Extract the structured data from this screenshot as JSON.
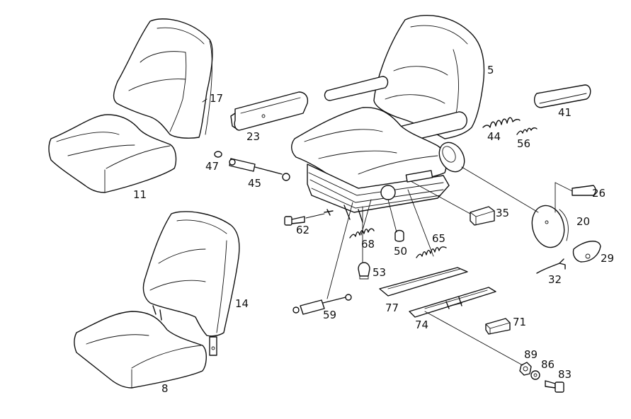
{
  "diagram": {
    "callouts": [
      {
        "id": "c5",
        "text": "5"
      },
      {
        "id": "c17",
        "text": "17"
      },
      {
        "id": "c11",
        "text": "11"
      },
      {
        "id": "c23",
        "text": "23"
      },
      {
        "id": "c41",
        "text": "41"
      },
      {
        "id": "c44",
        "text": "44"
      },
      {
        "id": "c56",
        "text": "56"
      },
      {
        "id": "c47",
        "text": "47"
      },
      {
        "id": "c45",
        "text": "45"
      },
      {
        "id": "c26",
        "text": "26"
      },
      {
        "id": "c20",
        "text": "20"
      },
      {
        "id": "c35",
        "text": "35"
      },
      {
        "id": "c62",
        "text": "62"
      },
      {
        "id": "c68",
        "text": "68"
      },
      {
        "id": "c50",
        "text": "50"
      },
      {
        "id": "c65",
        "text": "65"
      },
      {
        "id": "c29",
        "text": "29"
      },
      {
        "id": "c53",
        "text": "53"
      },
      {
        "id": "c32",
        "text": "32"
      },
      {
        "id": "c14",
        "text": "14"
      },
      {
        "id": "c59",
        "text": "59"
      },
      {
        "id": "c77",
        "text": "77"
      },
      {
        "id": "c71",
        "text": "71"
      },
      {
        "id": "c74",
        "text": "74"
      },
      {
        "id": "c89",
        "text": "89"
      },
      {
        "id": "c86",
        "text": "86"
      },
      {
        "id": "c83",
        "text": "83"
      },
      {
        "id": "c8",
        "text": "8"
      }
    ]
  }
}
